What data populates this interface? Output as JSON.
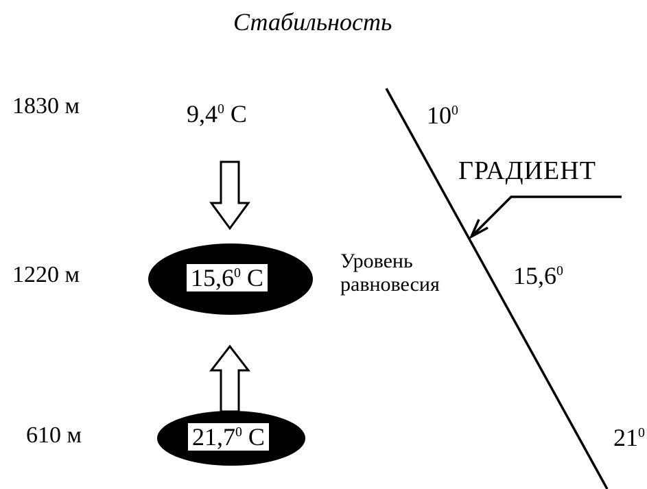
{
  "title": "Стабильность",
  "altitudes": {
    "high": "1830 м",
    "mid": "1220 м",
    "low": "610 м"
  },
  "parcel": {
    "top_value": "9,4",
    "top_unit": " С",
    "mid_value": "15,6",
    "mid_unit": " С",
    "low_value": "21,7",
    "low_unit": " С",
    "degree": "0"
  },
  "equilibrium": {
    "line1": "Уровень",
    "line2": "равновесия"
  },
  "gradient": {
    "label": "ГРАДИЕНТ",
    "top_value": "10",
    "mid_value": "15,6",
    "low_value": "21",
    "degree": "0"
  }
}
